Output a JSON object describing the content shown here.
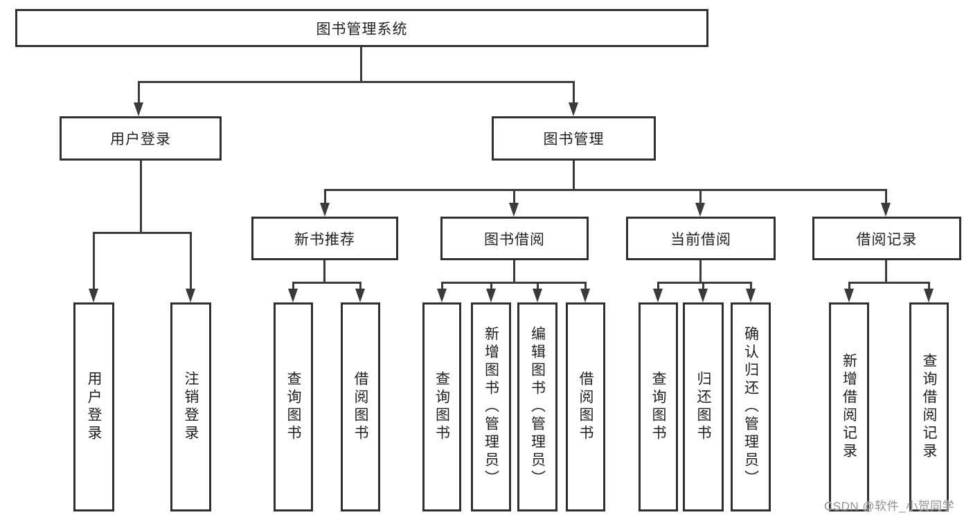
{
  "diagram": {
    "title": "图书管理系统",
    "line_color": "#3a3a3a",
    "box_border_color": "#2e2e2e",
    "text_color": "#1f1f1f",
    "background_color": "#ffffff",
    "level2": [
      {
        "label": "用户登录"
      },
      {
        "label": "图书管理"
      }
    ],
    "level3": [
      {
        "label": "新书推荐",
        "parent": "图书管理"
      },
      {
        "label": "图书借阅",
        "parent": "图书管理"
      },
      {
        "label": "当前借阅",
        "parent": "图书管理"
      },
      {
        "label": "借阅记录",
        "parent": "图书管理"
      }
    ],
    "leaves": [
      {
        "label": "用户登录",
        "parent": "用户登录"
      },
      {
        "label": "注销登录",
        "parent": "用户登录"
      },
      {
        "label": "查询图书",
        "parent": "新书推荐"
      },
      {
        "label": "借阅图书",
        "parent": "新书推荐"
      },
      {
        "label": "查询图书",
        "parent": "图书借阅"
      },
      {
        "label": "新增图书（管理员）",
        "parent": "图书借阅"
      },
      {
        "label": "编辑图书（管理员）",
        "parent": "图书借阅"
      },
      {
        "label": "借阅图书",
        "parent": "图书借阅"
      },
      {
        "label": "查询图书",
        "parent": "当前借阅"
      },
      {
        "label": "归还图书",
        "parent": "当前借阅"
      },
      {
        "label": "确认归还（管理员）",
        "parent": "当前借阅"
      },
      {
        "label": "新增借阅记录",
        "parent": "借阅记录"
      },
      {
        "label": "查询借阅记录",
        "parent": "借阅记录"
      }
    ]
  },
  "watermark": {
    "text": "CSDN @软件_小贺同学",
    "color": "#8f8f8f"
  }
}
